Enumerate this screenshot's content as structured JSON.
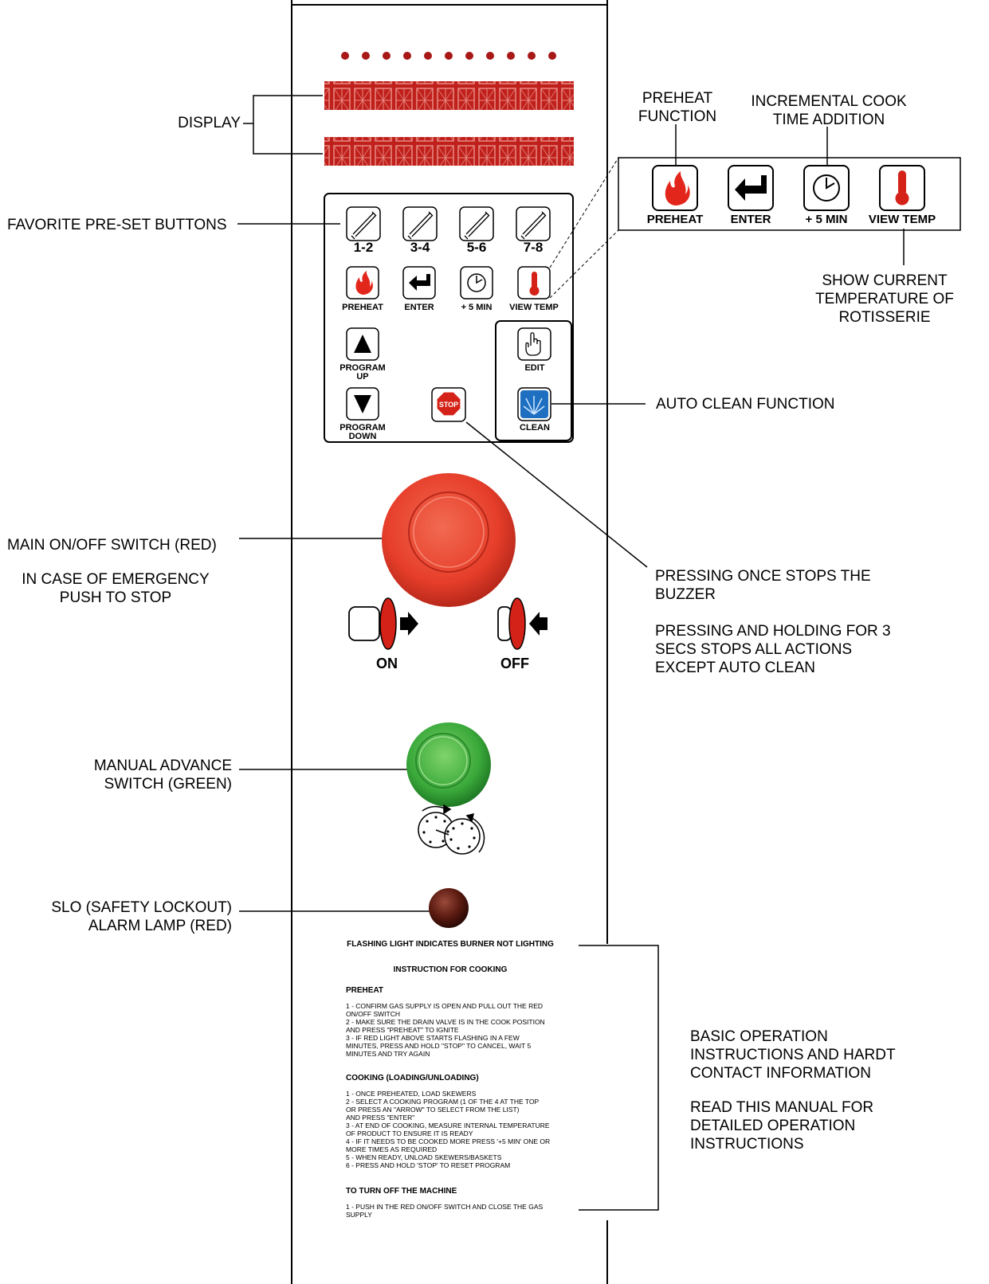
{
  "callouts": {
    "display": "DISPLAY",
    "favorites": "FAVORITE PRE-SET BUTTONS",
    "preheat_function": "PREHEAT\nFUNCTION",
    "incremental": "INCREMENTAL COOK\nTIME ADDITION",
    "show_temp": "SHOW CURRENT\nTEMPERATURE OF\nROTISSERIE",
    "auto_clean": "AUTO CLEAN FUNCTION",
    "main_switch": "MAIN ON/OFF SWITCH (RED)",
    "emergency": "IN CASE OF EMERGENCY\nPUSH TO STOP",
    "stop_once": "PRESSING ONCE STOPS THE\nBUZZER",
    "stop_hold": "PRESSING AND HOLDING FOR 3\nSECS STOPS ALL ACTIONS\nEXCEPT AUTO CLEAN",
    "manual_advance": "MANUAL ADVANCE\nSWITCH (GREEN)",
    "slo": "SLO (SAFETY LOCKOUT)\nALARM LAMP (RED)",
    "basic_ops": "BASIC OPERATION\nINSTRUCTIONS AND HARDT\nCONTACT INFORMATION",
    "read_manual": "READ THIS MANUAL FOR\nDETAILED OPERATION\nINSTRUCTIONS"
  },
  "keypad": {
    "presets": [
      "1-2",
      "3-4",
      "5-6",
      "7-8"
    ],
    "preheat": "PREHEAT",
    "enter": "ENTER",
    "plus5": "+ 5 MIN",
    "view_temp": "VIEW TEMP",
    "program_up": "PROGRAM\nUP",
    "program_down": "PROGRAM\nDOWN",
    "stop": "STOP",
    "edit": "EDIT",
    "clean": "CLEAN"
  },
  "switch_labels": {
    "on": "ON",
    "off": "OFF"
  },
  "instructions": {
    "flashing": "FLASHING LIGHT INDICATES BURNER NOT LIGHTING",
    "title": "INSTRUCTION FOR COOKING",
    "preheat_head": "PREHEAT",
    "preheat_body": "1 - CONFIRM GAS SUPPLY IS OPEN AND PULL OUT THE RED\n     ON/OFF SWITCH\n2 - MAKE SURE THE DRAIN VALVE IS IN THE COOK POSITION\n     AND PRESS \"PREHEAT\" TO IGNITE\n3 - IF RED LIGHT ABOVE STARTS FLASHING IN A FEW\n     MINUTES, PRESS AND HOLD \"STOP\" TO CANCEL, WAIT 5\n     MINUTES AND TRY AGAIN",
    "cooking_head": "COOKING (LOADING/UNLOADING)",
    "cooking_body": "1 - ONCE PREHEATED, LOAD SKEWERS\n2 - SELECT A COOKING PROGRAM (1 OF THE 4 AT THE TOP\n     OR PRESS AN \"ARROW\" TO SELECT FROM THE LIST)\n     AND PRESS \"ENTER\"\n3 - AT END OF COOKING, MEASURE INTERNAL TEMPERATURE\n     OF PRODUCT TO ENSURE IT IS READY\n4 - IF IT NEEDS TO BE COOKED MORE PRESS '+5 MIN' ONE OR\n     MORE TIMES AS REQUIRED\n5 - WHEN READY, UNLOAD SKEWERS/BASKETS\n6 - PRESS AND HOLD 'STOP' TO RESET PROGRAM",
    "off_head": "TO TURN OFF THE MACHINE",
    "off_body": "1 - PUSH IN THE RED ON/OFF SWITCH AND CLOSE THE GAS\n     SUPPLY"
  },
  "colors": {
    "display_red": "#c0201c",
    "led_red": "#a81816",
    "main_switch": "#e8402e",
    "manual_green": "#3fae3c",
    "slo_lamp": "#5a1a10",
    "clean_blue": "#1e6fc0"
  },
  "icons": [
    "skewer-icon",
    "flame-icon",
    "enter-arrow-icon",
    "clock-icon",
    "thermometer-icon",
    "up-triangle-icon",
    "down-triangle-icon",
    "stop-sign-icon",
    "hand-press-icon",
    "spray-icon",
    "rotation-gears-icon"
  ]
}
